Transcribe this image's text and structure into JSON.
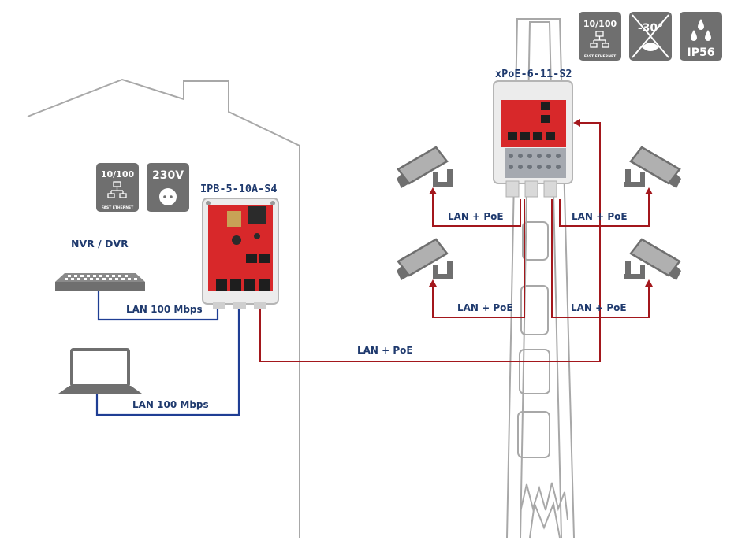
{
  "colors": {
    "lan": "#1f3e94",
    "poe": "#a3171c",
    "outline": "#a3a3a3",
    "icon_bg": "#6f6f6f",
    "label": "#1f3a6e",
    "board": "#d8282a"
  },
  "devices": {
    "switch_indoor": "IPB-5-10A-S4",
    "switch_outdoor": "xPoE-6-11-S2",
    "recorder": "NVR / DVR"
  },
  "links": {
    "nvr": "LAN 100 Mbps",
    "laptop": "LAN 100 Mbps",
    "uplink": "LAN + PoE",
    "cam_top_left": "LAN + PoE",
    "cam_top_right": "LAN + PoE",
    "cam_bottom_left": "LAN + PoE",
    "cam_bottom_right": "LAN + PoE"
  },
  "badges": {
    "speed": "10/100",
    "speed_sub": "FAST ETHERNET",
    "power": "230V",
    "temp": "-30°",
    "ip": "IP56"
  },
  "icons": [
    "house-outline",
    "pole-outline",
    "nvr-icon",
    "laptop-icon",
    "camera-icon",
    "ethernet-icon",
    "socket-icon",
    "water-drops-icon",
    "thermometer-cross-icon"
  ]
}
